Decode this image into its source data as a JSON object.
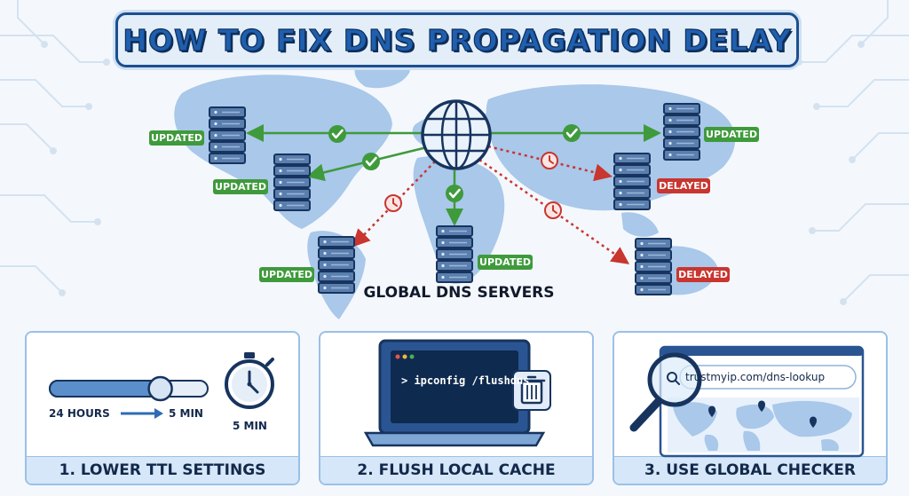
{
  "title": "HOW TO FIX DNS PROPAGATION DELAY",
  "network": {
    "label": "GLOBAL DNS SERVERS",
    "status_updated": "UPDATED",
    "status_delayed": "DELAYED",
    "servers": [
      {
        "id": "west-north-america",
        "status": "UPDATED"
      },
      {
        "id": "central-north-america",
        "status": "UPDATED"
      },
      {
        "id": "south-america",
        "status": "UPDATED"
      },
      {
        "id": "africa",
        "status": "UPDATED"
      },
      {
        "id": "east-asia",
        "status": "UPDATED"
      },
      {
        "id": "south-asia",
        "status": "DELAYED"
      },
      {
        "id": "australia",
        "status": "DELAYED"
      }
    ]
  },
  "steps": [
    {
      "label": "1. LOWER TTL SETTINGS",
      "from": "24 HOURS",
      "to": "5 MIN",
      "timer": "5 MIN",
      "slider_fraction": 0.7
    },
    {
      "label": "2. FLUSH LOCAL CACHE",
      "command": "> ipconfig /flushdns"
    },
    {
      "label": "3. USE GLOBAL CHECKER",
      "url": "trustmyip.com/dns-lookup"
    }
  ],
  "colors": {
    "updated": "#3f9a3c",
    "delayed": "#c9352f",
    "accent": "#1f5fae",
    "server": "#5a7fae",
    "map": "#a9c8ea"
  }
}
